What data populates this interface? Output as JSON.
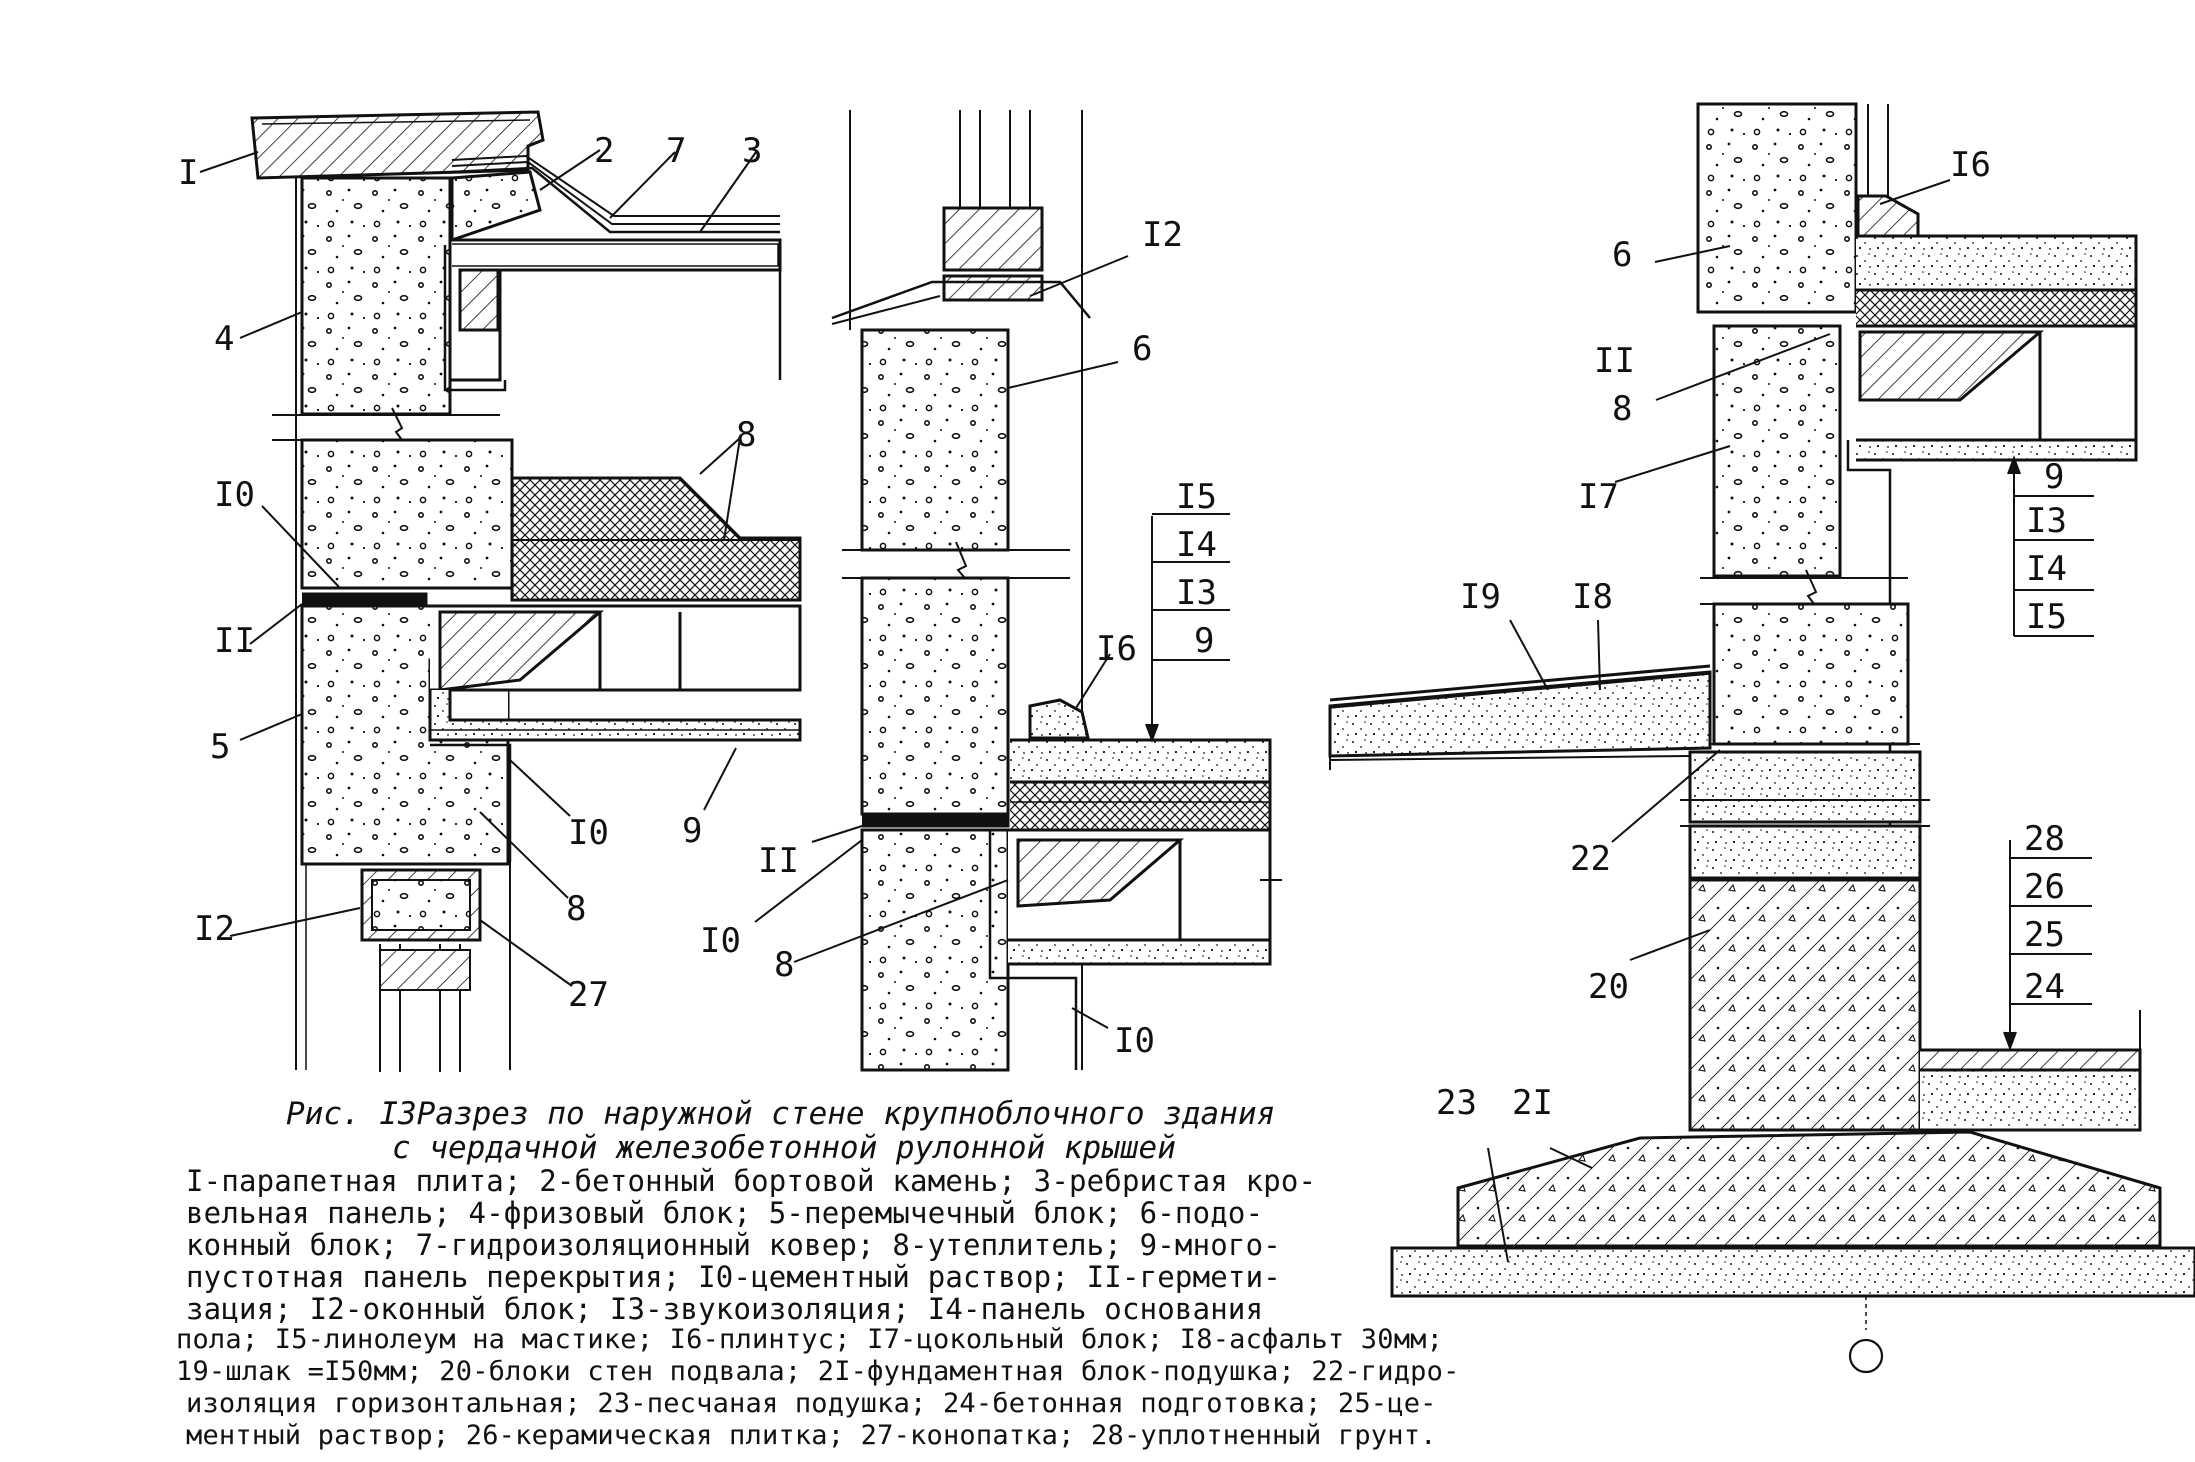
{
  "caption": {
    "title_line1": "Рис. I3Разрез по наружной стене крупноблочного здания",
    "title_line2": "с чердачной железобетонной рулонной крышей",
    "legend_lines": [
      "I-парапетная плита; 2-бетонный бортовой камень; 3-ребристая кро-",
      "вельная панель; 4-фризовый блок; 5-перемычечный блок; 6-подо-",
      "конный блок; 7-гидроизоляционный ковер; 8-утеплитель; 9-много-",
      "пустотная панель перекрытия; I0-цементный раствор; II-гермети-",
      "зация; I2-оконный блок; I3-звукоизоляция; I4-панель основания",
      "пола; I5-линолеум на мастике; I6-плинтус; I7-цокольный блок; I8-асфальт 30мм;",
      "19-шлак =I50мм; 20-блоки стен подвала; 2I-фундаментная блок-подушка; 22-гидро-",
      "изоляция горизонтальная; 23-песчаная подушка; 24-бетонная подготовка; 25-це-",
      "ментный раствор; 26-керамическая плитка; 27-конопатка; 28-уплотненный грунт."
    ]
  },
  "labels": {
    "l_1": "I",
    "l_2": "2",
    "l_7": "7",
    "l_3": "3",
    "l_4": "4",
    "l_8a": "8",
    "l_10a": "I0",
    "l_11a": "II",
    "l_5": "5",
    "l_10b": "I0",
    "l_9a": "9",
    "l_8b": "8",
    "l_12a": "I2",
    "l_27": "27",
    "l_12b": "I2",
    "l_6a": "6",
    "l_15a": "I5",
    "l_14a": "I4",
    "l_13a": "I3",
    "l_16a": "I6",
    "l_9b": "9",
    "l_11b": "II",
    "l_10c": "I0",
    "l_8c": "8",
    "l_10d": "I0",
    "l_16b": "I6",
    "l_6b": "6",
    "l_11c": "II",
    "l_8d": "8",
    "l_17": "I7",
    "l_9c": "9",
    "l_13b": "I3",
    "l_14b": "I4",
    "l_15b": "I5",
    "l_19": "I9",
    "l_18": "I8",
    "l_22": "22",
    "l_28": "28",
    "l_26": "26",
    "l_25": "25",
    "l_24": "24",
    "l_20": "20",
    "l_23": "23",
    "l_21": "2I"
  },
  "colors": {
    "ink": "#111111",
    "paper": "#ffffff"
  }
}
